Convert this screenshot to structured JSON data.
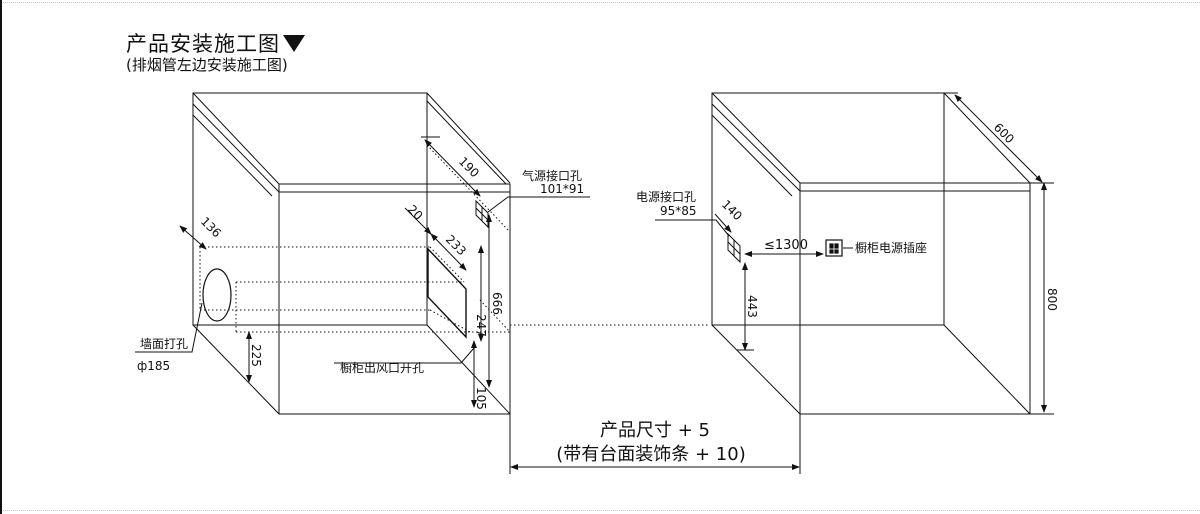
{
  "header": {
    "title": "产品安装施工图",
    "subtitle": "(排烟管左边安装施工图)"
  },
  "left_cabinet": {
    "dim_depth_top": "190",
    "gas_hole_label": "气源接口孔",
    "gas_hole_size": "101*91",
    "dim_side_offset": "136",
    "dim_offset_20": "20",
    "dim_233": "233",
    "dim_666": "666",
    "dim_247": "247",
    "dim_225": "225",
    "dim_105": "105",
    "wall_hole_label": "墙面打孔",
    "wall_hole_size": "ф185",
    "outlet_label": "橱柜出风口开孔"
  },
  "right_cabinet": {
    "dim_600": "600",
    "dim_800": "800",
    "power_hole_label": "电源接口孔",
    "power_hole_size": "95*85",
    "dim_140": "140",
    "dim_1300": "≤1300",
    "socket_label": "橱柜电源插座",
    "dim_443": "443"
  },
  "bottom": {
    "size_label": "产品尺寸 + 5",
    "size_label_2": "(带有台面装饰条 + 10)"
  },
  "colors": {
    "line": "#111111",
    "rule": "#c8c8c8"
  }
}
